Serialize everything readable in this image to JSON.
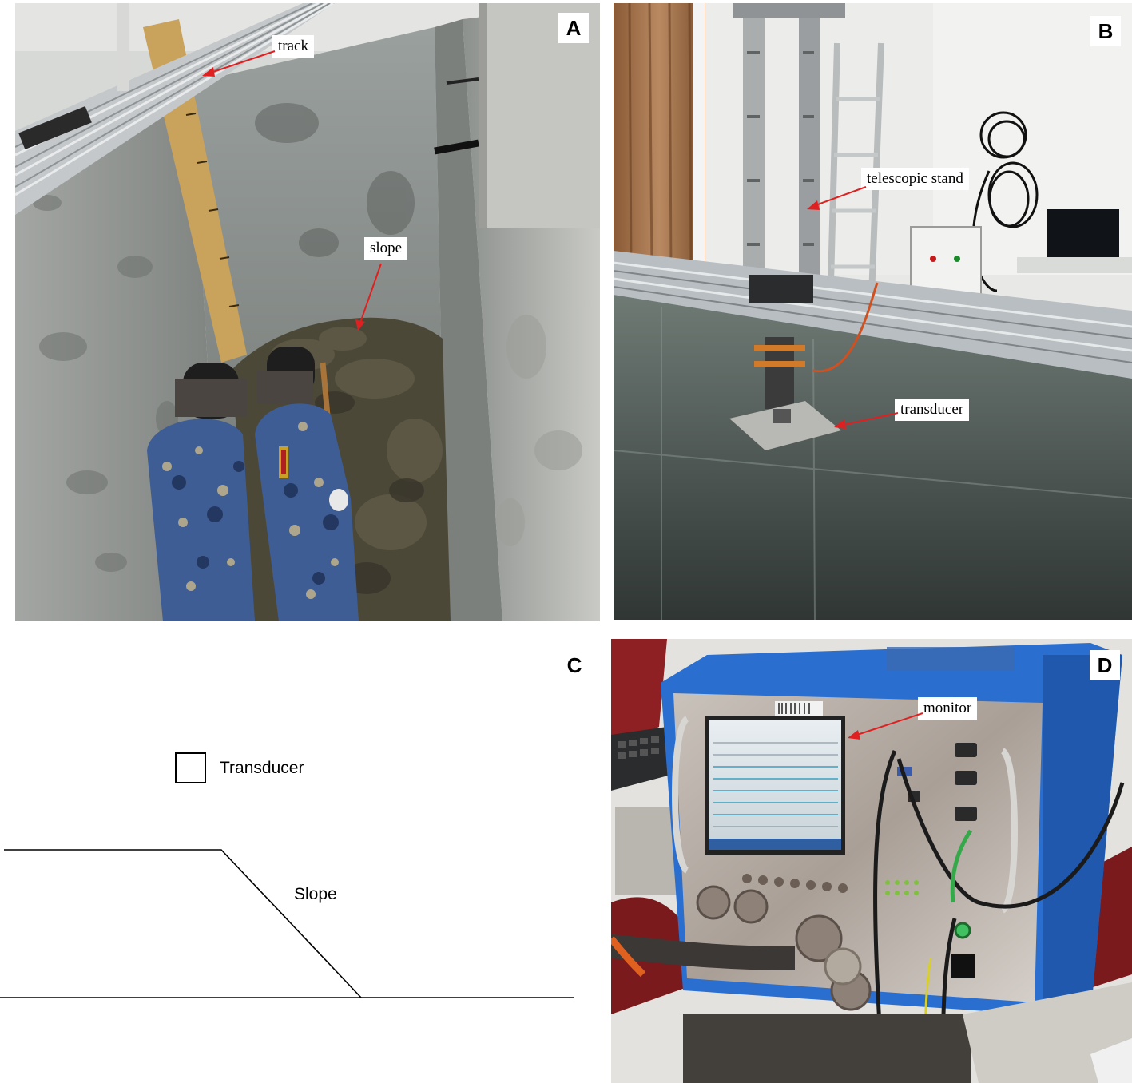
{
  "panels": {
    "a": {
      "letter": "A",
      "labels": {
        "track": "track",
        "slope": "slope"
      }
    },
    "b": {
      "letter": "B",
      "labels": {
        "telescopic_stand": "telescopic stand",
        "transducer": "transducer"
      }
    },
    "c": {
      "letter": "C",
      "labels": {
        "transducer": "Transducer",
        "slope": "Slope"
      }
    },
    "d": {
      "letter": "D",
      "labels": {
        "monitor": "monitor"
      }
    }
  },
  "colors": {
    "arrow": "#e02020",
    "cabinet_blue": "#2a6fd0",
    "camouflage": "#3d5f9a",
    "wall_grey": "#9a9c98",
    "soil": "#4e4a3c"
  }
}
